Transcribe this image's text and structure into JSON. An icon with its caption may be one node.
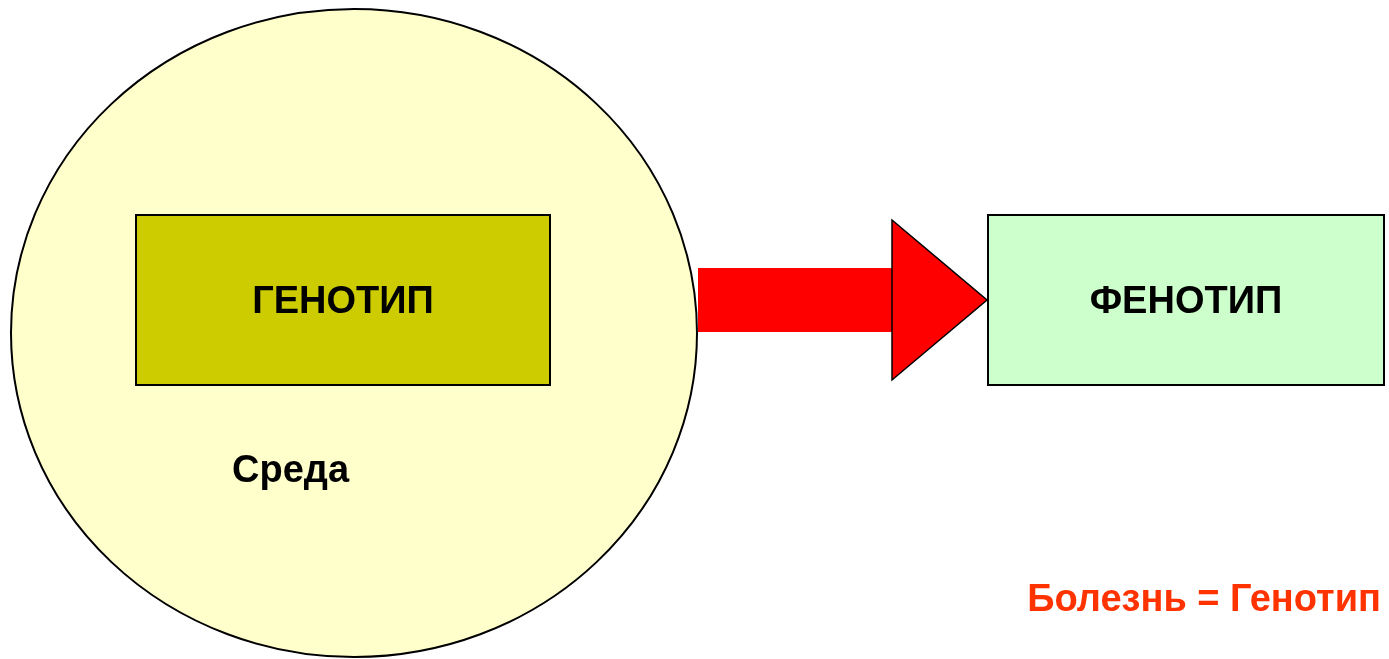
{
  "diagram": {
    "nodes": [
      {
        "text": [
          "Среда"
        ]
      },
      {
        "text": [
          "ГЕНОТИП"
        ],
        "in": 0
      },
      {
        "text": [
          "ФЕНОТИП"
        ]
      }
    ],
    "edges": [
      {
        "from": 0,
        "to": 2,
        "arrow": "to",
        "color": "#ff0000"
      }
    ],
    "labels": [
      "Болезнь = Генотип"
    ]
  }
}
